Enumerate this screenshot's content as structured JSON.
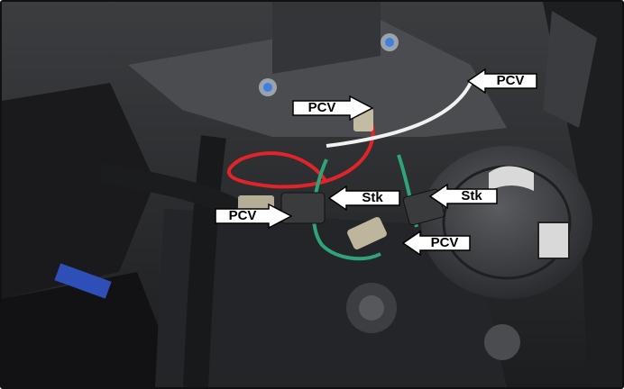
{
  "callouts": {
    "pcv_top_right": {
      "label": "PCV"
    },
    "pcv_center_top": {
      "label": "PCV"
    },
    "pcv_left": {
      "label": "PCV"
    },
    "stk_center": {
      "label": "Stk"
    },
    "stk_right": {
      "label": "Stk"
    },
    "pcv_bottom": {
      "label": "PCV"
    }
  },
  "colors": {
    "callout_fill": "#ffffff",
    "callout_stroke": "#000000",
    "wire_red": "#e0242a",
    "wire_white": "#f2f2f2",
    "wire_green": "#2fa37a",
    "engine_dark": "#2a2b2e"
  },
  "icons": [
    "arrow-callout-left"
  ]
}
